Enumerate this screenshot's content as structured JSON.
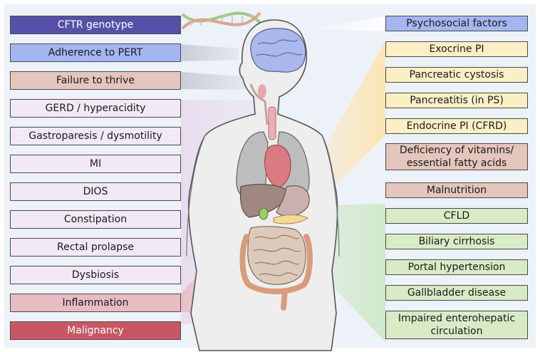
{
  "left_factors": [
    {
      "label": "CFTR genotype",
      "color": "#5551a9",
      "text_color": "#ffffff"
    },
    {
      "label": "Adherence to PERT",
      "color": "#a4b6f2",
      "text_color": "#1a1a1a"
    },
    {
      "label": "Failure to thrive",
      "color": "#e4c6bc",
      "text_color": "#1a1a1a"
    },
    {
      "label": "GERD / hyperacidity",
      "color": "#f1e9f6",
      "text_color": "#1a1a1a"
    },
    {
      "label": "Gastroparesis / dysmotility",
      "color": "#f1e9f6",
      "text_color": "#1a1a1a"
    },
    {
      "label": "MI",
      "color": "#f1e9f6",
      "text_color": "#1a1a1a"
    },
    {
      "label": "DIOS",
      "color": "#f1e9f6",
      "text_color": "#1a1a1a"
    },
    {
      "label": "Constipation",
      "color": "#f1e9f6",
      "text_color": "#1a1a1a"
    },
    {
      "label": "Rectal prolapse",
      "color": "#f1e9f6",
      "text_color": "#1a1a1a"
    },
    {
      "label": "Dysbiosis",
      "color": "#f1e9f6",
      "text_color": "#1a1a1a"
    },
    {
      "label": "Inflammation",
      "color": "#e8bcc1",
      "text_color": "#1a1a1a"
    },
    {
      "label": "Malignancy",
      "color": "#c95763",
      "text_color": "#ffffff"
    }
  ],
  "right_factors": [
    {
      "label": "Psychosocial factors",
      "color": "#a4b6f2"
    },
    {
      "label": "Exocrine PI",
      "color": "#fbefc6"
    },
    {
      "label": "Pancreatic cystosis",
      "color": "#fbefc6"
    },
    {
      "label": "Pancreatitis (in PS)",
      "color": "#fbefc6"
    },
    {
      "label": "Endocrine PI (CFRD)",
      "color": "#fbefc6"
    },
    {
      "label": "Deficiency of vitamins/ essential fatty acids",
      "color": "#e4c6bc"
    },
    {
      "label": "Malnutrition",
      "color": "#e4c6bc"
    },
    {
      "label": "CFLD",
      "color": "#d8ebc6"
    },
    {
      "label": "Biliary cirrhosis",
      "color": "#d8ebc6"
    },
    {
      "label": "Portal hypertension",
      "color": "#d8ebc6"
    },
    {
      "label": "Gallbladder disease",
      "color": "#d8ebc6"
    },
    {
      "label": "Impaired enterohepatic circulation",
      "color": "#d8ebc6"
    }
  ],
  "colors": {
    "background": "#edf1f8",
    "body_fill": "#eeeeee",
    "body_outline": "#555555",
    "brain": "#aab8ec",
    "lungs": "#bdbdbd",
    "heart": "#dc7a82",
    "liver": "#9e8880",
    "stomach": "#c9b2ad",
    "intestine": "#ddcabb",
    "colon": "#d99c7a",
    "gallbladder": "#9ccc6a"
  }
}
